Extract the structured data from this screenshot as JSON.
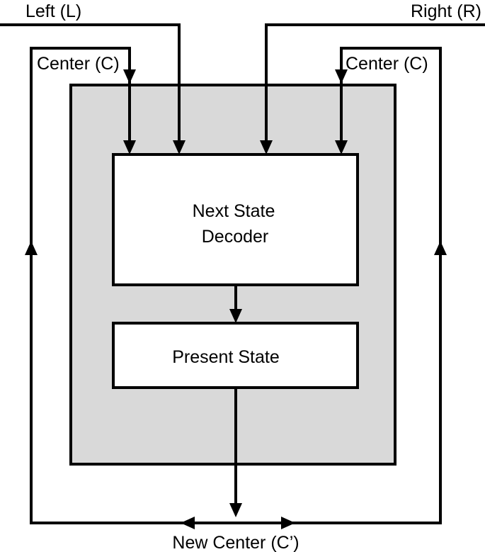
{
  "inputs": {
    "left_label": "Left (L)",
    "right_label": "Right (R)",
    "center_left_label": "Center (C)",
    "center_right_label": "Center (C)"
  },
  "blocks": {
    "decoder_line1": "Next State",
    "decoder_line2": "Decoder",
    "present_state": "Present State"
  },
  "output": {
    "label": "New Center (C’)"
  },
  "colors": {
    "outer_fill": "#d9d9d9",
    "block_fill": "#ffffff",
    "stroke": "#000000"
  }
}
